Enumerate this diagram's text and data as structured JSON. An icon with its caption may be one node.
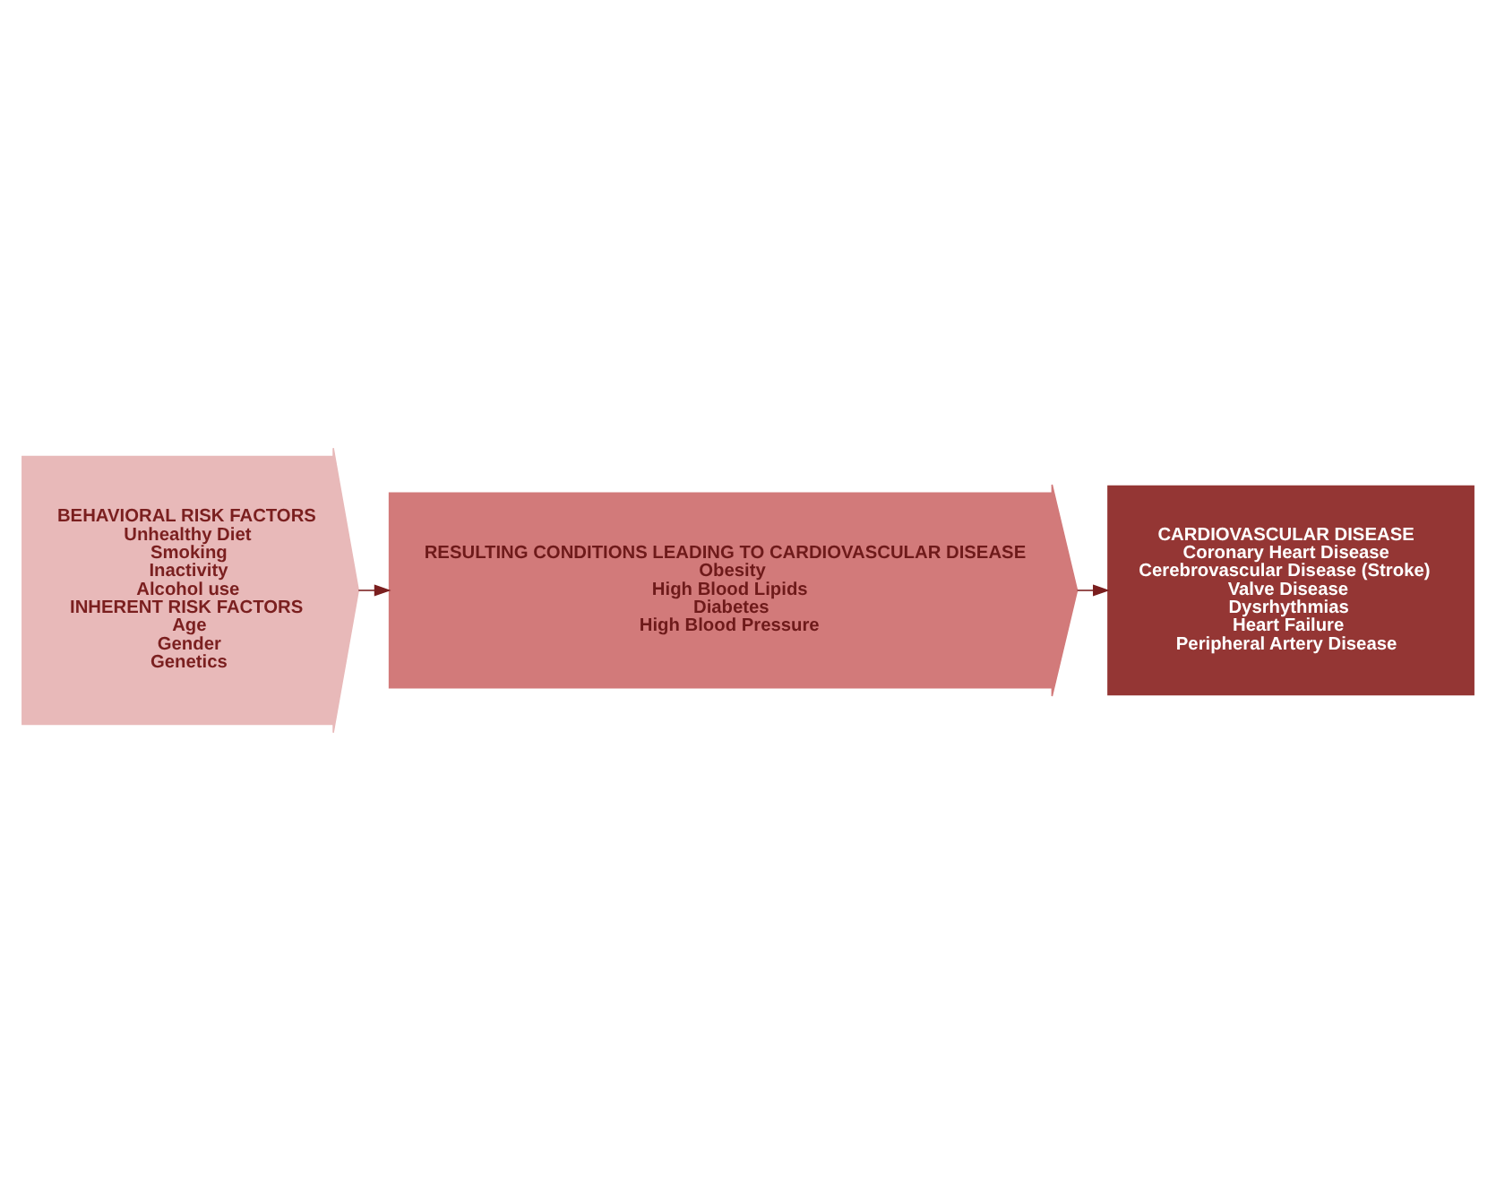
{
  "diagram": {
    "nodes": [
      {
        "text": [
          "BEHAVIORAL RISK FACTORS",
          "Unhealthy Diet",
          "Smoking",
          "Inactivity",
          "Alcohol use",
          "INHERENT RISK FACTORS",
          "Age",
          "Gender",
          "Genetics"
        ]
      },
      {
        "text": [
          "RESULTING CONDITIONS LEADING TO CARDIOVASCULAR DISEASE",
          "Obesity",
          "High Blood Lipids",
          "Diabetes",
          "High Blood Pressure"
        ]
      },
      {
        "text": [
          "CARDIOVASCULAR DISEASE",
          "Coronary Heart Disease",
          "Cerebrovascular Disease (Stroke)",
          "Valve Disease",
          "Dysrhythmias",
          "Heart Failure",
          "Peripheral Artery Disease"
        ]
      }
    ],
    "edges": [
      {
        "from": 0,
        "to": 1,
        "arrow": "to"
      },
      {
        "from": 1,
        "to": 2,
        "arrow": "to"
      }
    ]
  }
}
